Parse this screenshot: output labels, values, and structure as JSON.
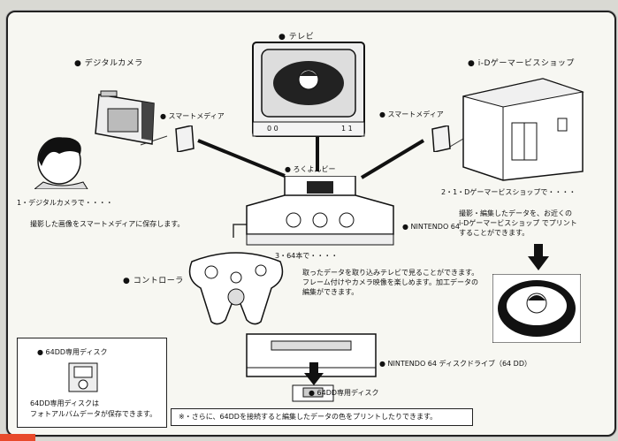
{
  "labels": {
    "tv": "● テレビ",
    "digital_camera": "● デジタルカメラ",
    "service_shop": "● i-Dゲーマービスショップ",
    "smart_media_left": "● スマートメディア",
    "smart_media_right": "● スマートメディア",
    "n64_top": "● ろくよんビー",
    "n64_side": "● NINTENDO 64",
    "controller": "● コントローラ",
    "disk_drive": "● NINTENDO 64 ディスクドライブ（64 DD）",
    "disk_under": "● 64DD専用ディスク",
    "dedicated_disk_box": "● 64DD専用ディスク"
  },
  "captions": {
    "camera_line1": "1・デジタルカメラで・・・・",
    "camera_line2": "撮影した画像をスマートメディアに保存します。",
    "shop_line1": "2・1・Dゲーマービスショップで・・・・",
    "shop_line2": "撮影・編集したデータを、お近くの",
    "shop_line3": "i-Dゲーマービスショップ でプリント",
    "shop_line4": "することができます。",
    "n64_line": "3・64本で・・・・",
    "controller_line1": "取ったデータを取り込みテレビで見ることができます。",
    "controller_line2": "フレーム付けやカメラ映像を楽しめます。加工データの",
    "controller_line3": "編集ができます。",
    "disk_box_line1": "64DD専用ディスクは",
    "disk_box_line2": "フォトアルバムデータが保存できます。",
    "bottom_note": "※・さらに、64DDを接続すると編集したデータの色をプリントしたりできます。",
    "tv_counter_left": "0 0",
    "tv_counter_right": "1 1"
  },
  "colors": {
    "background": "#d9d9d3",
    "panel": "#f7f7f2",
    "ink": "#111111",
    "accent": "#e84a2b"
  }
}
